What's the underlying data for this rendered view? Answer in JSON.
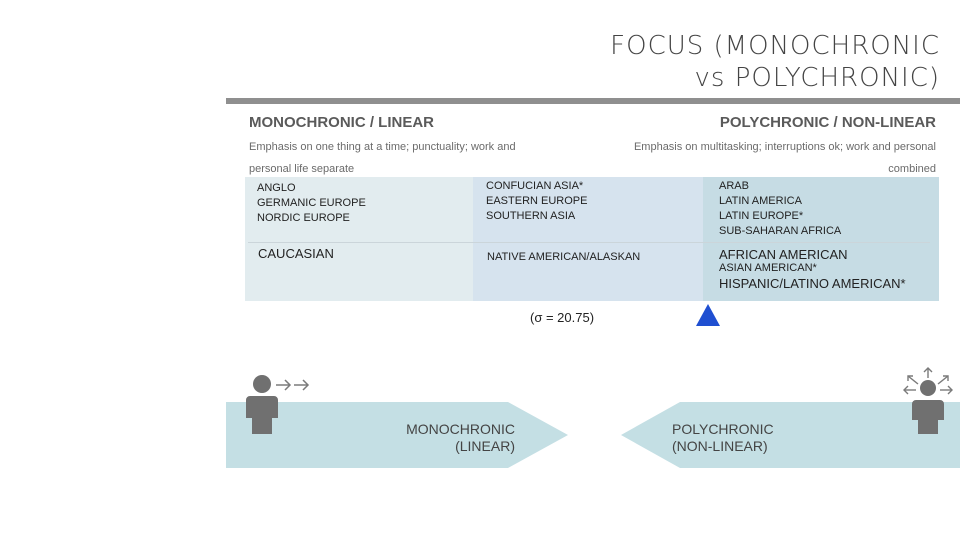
{
  "title": {
    "line1": "FOCUS (MONOCHRONIC",
    "line2": "vs POLYCHRONIC)"
  },
  "headers": {
    "left": "MONOCHRONIC / LINEAR",
    "right": "POLYCHRONIC / NON-LINEAR",
    "left_desc_line1": "Emphasis on one thing at a time; punctuality; work and",
    "left_desc_line2": "personal life separate",
    "right_desc_line1": "Emphasis on multitasking; interruptions ok; work and personal",
    "right_desc_line2": "combined"
  },
  "table": {
    "row1": {
      "col1": [
        "ANGLO",
        "GERMANIC EUROPE",
        "NORDIC EUROPE"
      ],
      "col2": [
        "CONFUCIAN ASIA*",
        "EASTERN EUROPE",
        "SOUTHERN ASIA"
      ],
      "col3": [
        "ARAB",
        "LATIN AMERICA",
        "LATIN EUROPE*",
        "SUB-SAHARAN AFRICA"
      ]
    },
    "row2": {
      "col1": "CAUCASIAN",
      "col2": "NATIVE AMERICAN/ALASKAN",
      "col3_line1": "AFRICAN AMERICAN",
      "col3_line2": "ASIAN AMERICAN*",
      "col3_line3": "HISPANIC/LATINO AMERICAN*"
    }
  },
  "sigma_text": "(σ = 20.75)",
  "marker": {
    "color": "#1f4fd1"
  },
  "scale": {
    "left_line1": "MONOCHRONIC",
    "left_line2": "(LINEAR)",
    "right_line1": "POLYCHRONIC",
    "right_line2": "(NON-LINEAR)",
    "band_color": "#c4dfe4"
  },
  "icons": {
    "left": "person-linear-arrows-icon",
    "right": "person-multidirectional-arrows-icon"
  }
}
